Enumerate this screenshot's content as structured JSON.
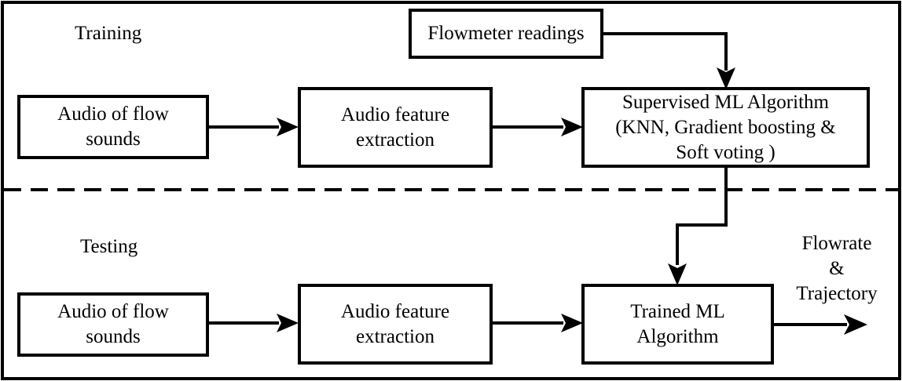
{
  "sections": {
    "training_label": "Training",
    "testing_label": "Testing"
  },
  "training": {
    "audio_box": [
      "Audio of flow",
      "sounds"
    ],
    "feature_box": [
      "Audio feature",
      "extraction"
    ],
    "flowmeter_box": "Flowmeter readings",
    "ml_box": [
      "Supervised ML Algorithm",
      "(KNN, Gradient boosting &",
      "Soft voting )"
    ]
  },
  "testing": {
    "audio_box": [
      "Audio of flow",
      "sounds"
    ],
    "feature_box": [
      "Audio feature",
      "extraction"
    ],
    "trained_box": [
      "Trained ML",
      "Algorithm"
    ]
  },
  "output": [
    "Flowrate",
    "&",
    "Trajectory"
  ]
}
